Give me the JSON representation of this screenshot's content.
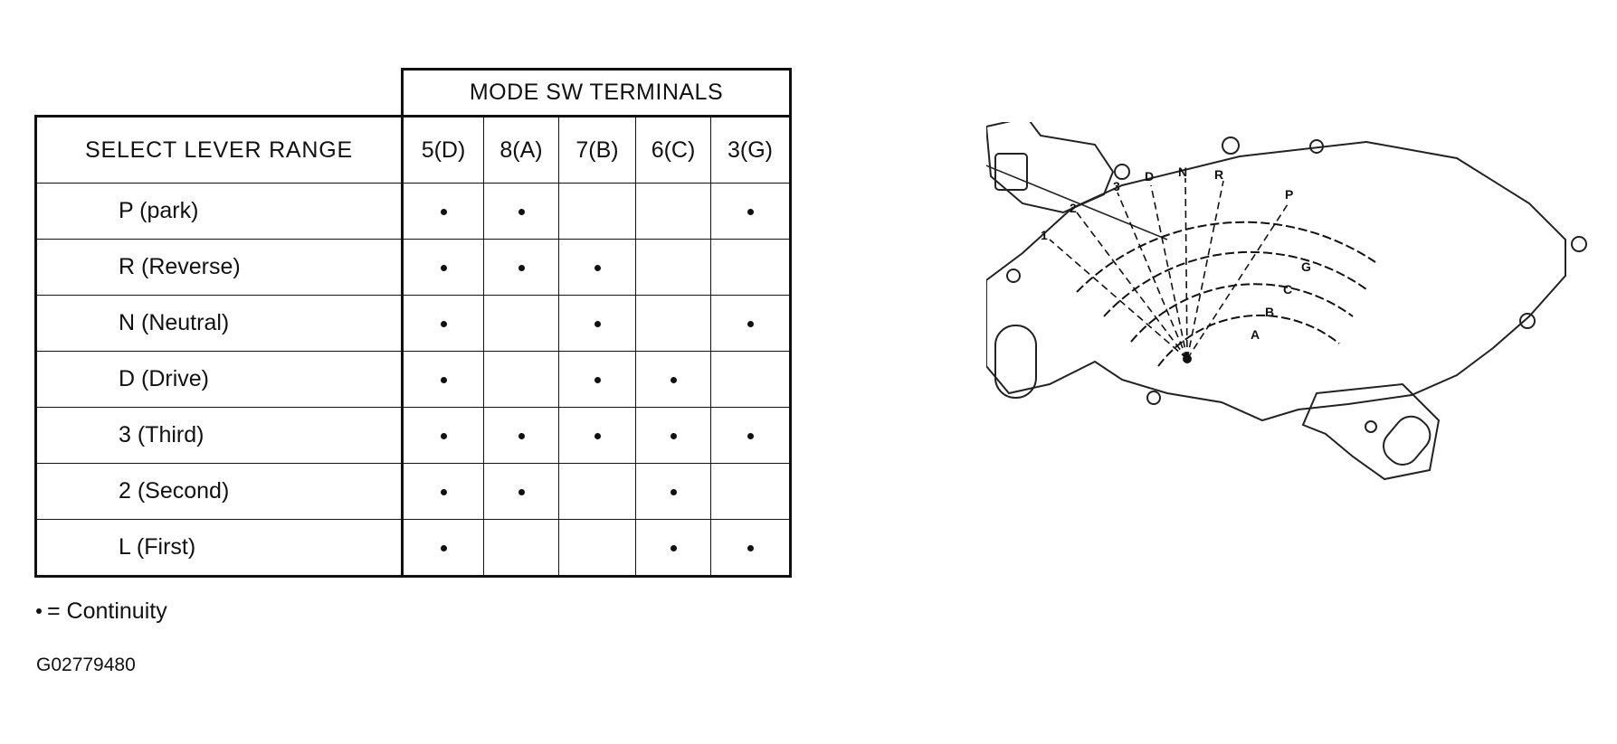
{
  "table": {
    "group_header": "MODE SW TERMINALS",
    "range_header": "SELECT LEVER RANGE",
    "columns": [
      "5(D)",
      "8(A)",
      "7(B)",
      "6(C)",
      "3(G)"
    ],
    "rows": [
      {
        "range": "P (park)",
        "continuity": [
          true,
          true,
          false,
          false,
          true
        ]
      },
      {
        "range": "R (Reverse)",
        "continuity": [
          true,
          true,
          true,
          false,
          false
        ]
      },
      {
        "range": "N (Neutral)",
        "continuity": [
          true,
          false,
          true,
          false,
          true
        ]
      },
      {
        "range": "D (Drive)",
        "continuity": [
          true,
          false,
          true,
          true,
          false
        ]
      },
      {
        "range": "3 (Third)",
        "continuity": [
          true,
          true,
          true,
          true,
          true
        ]
      },
      {
        "range": "2 (Second)",
        "continuity": [
          true,
          true,
          false,
          true,
          false
        ]
      },
      {
        "range": "L (First)",
        "continuity": [
          true,
          false,
          false,
          true,
          true
        ]
      }
    ]
  },
  "legend": {
    "text": "= Continuity"
  },
  "figure_id": "G02779480",
  "drawing": {
    "lever_positions": [
      "1",
      "2",
      "3",
      "D",
      "N",
      "R",
      "P"
    ],
    "terminal_arcs": [
      "G",
      "C",
      "B",
      "A"
    ]
  }
}
